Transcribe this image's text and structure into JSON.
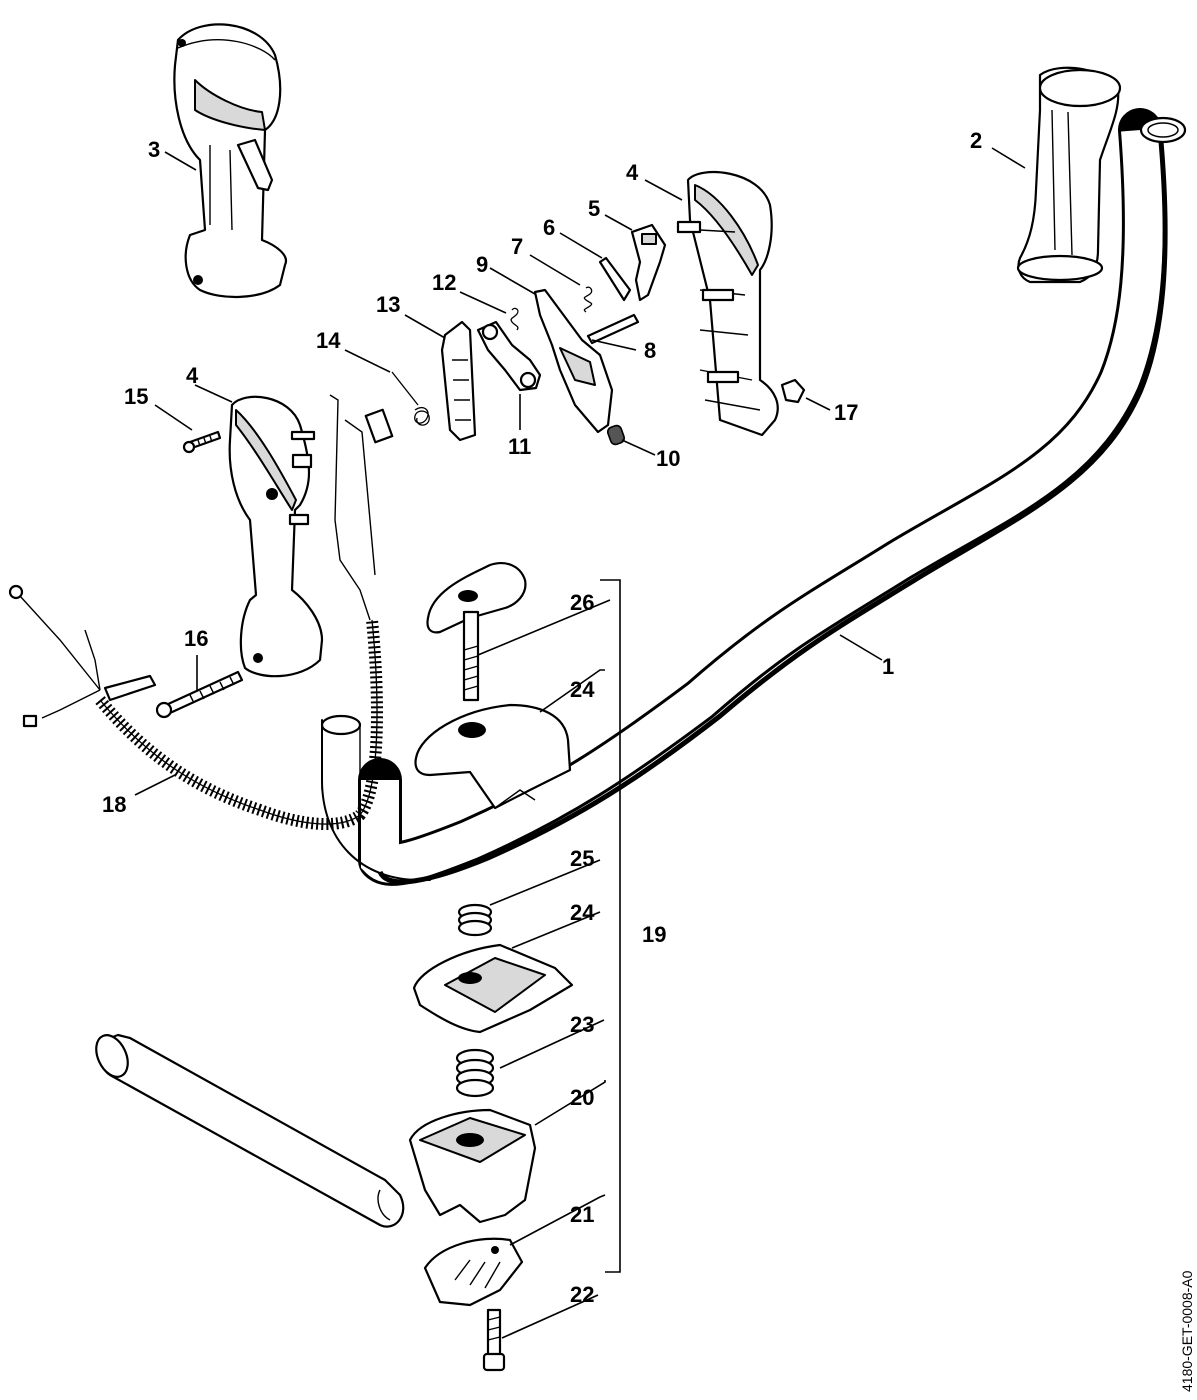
{
  "diagram": {
    "document_id": "4180-GET-0008-A0",
    "callouts": [
      {
        "id": "1",
        "label": "1"
      },
      {
        "id": "2",
        "label": "2"
      },
      {
        "id": "3",
        "label": "3"
      },
      {
        "id": "4a",
        "label": "4"
      },
      {
        "id": "4b",
        "label": "4"
      },
      {
        "id": "5",
        "label": "5"
      },
      {
        "id": "6",
        "label": "6"
      },
      {
        "id": "7",
        "label": "7"
      },
      {
        "id": "8",
        "label": "8"
      },
      {
        "id": "9",
        "label": "9"
      },
      {
        "id": "10",
        "label": "10"
      },
      {
        "id": "11",
        "label": "11"
      },
      {
        "id": "12",
        "label": "12"
      },
      {
        "id": "13",
        "label": "13"
      },
      {
        "id": "14",
        "label": "14"
      },
      {
        "id": "15",
        "label": "15"
      },
      {
        "id": "16",
        "label": "16"
      },
      {
        "id": "17",
        "label": "17"
      },
      {
        "id": "18",
        "label": "18"
      },
      {
        "id": "19",
        "label": "19"
      },
      {
        "id": "20",
        "label": "20"
      },
      {
        "id": "21",
        "label": "21"
      },
      {
        "id": "22",
        "label": "22"
      },
      {
        "id": "23",
        "label": "23"
      },
      {
        "id": "24a",
        "label": "24"
      },
      {
        "id": "24b",
        "label": "24"
      },
      {
        "id": "25",
        "label": "25"
      },
      {
        "id": "26",
        "label": "26"
      }
    ]
  }
}
